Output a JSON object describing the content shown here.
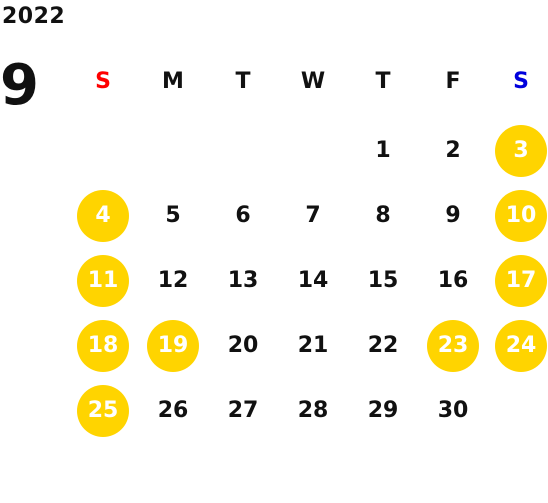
{
  "calendar": {
    "year": "2022",
    "month": "9",
    "highlight_color": "#FFD400",
    "weekdays": [
      {
        "label": "S",
        "color": "#FF0000"
      },
      {
        "label": "M",
        "color": "#111111"
      },
      {
        "label": "T",
        "color": "#111111"
      },
      {
        "label": "W",
        "color": "#111111"
      },
      {
        "label": "T",
        "color": "#111111"
      },
      {
        "label": "F",
        "color": "#111111"
      },
      {
        "label": "S",
        "color": "#0000DD"
      }
    ],
    "weeks": [
      [
        null,
        null,
        null,
        null,
        {
          "day": "1",
          "highlight": false
        },
        {
          "day": "2",
          "highlight": false
        },
        {
          "day": "3",
          "highlight": true
        }
      ],
      [
        {
          "day": "4",
          "highlight": true
        },
        {
          "day": "5",
          "highlight": false
        },
        {
          "day": "6",
          "highlight": false
        },
        {
          "day": "7",
          "highlight": false
        },
        {
          "day": "8",
          "highlight": false
        },
        {
          "day": "9",
          "highlight": false
        },
        {
          "day": "10",
          "highlight": true
        }
      ],
      [
        {
          "day": "11",
          "highlight": true
        },
        {
          "day": "12",
          "highlight": false
        },
        {
          "day": "13",
          "highlight": false
        },
        {
          "day": "14",
          "highlight": false
        },
        {
          "day": "15",
          "highlight": false
        },
        {
          "day": "16",
          "highlight": false
        },
        {
          "day": "17",
          "highlight": true
        }
      ],
      [
        {
          "day": "18",
          "highlight": true
        },
        {
          "day": "19",
          "highlight": true
        },
        {
          "day": "20",
          "highlight": false
        },
        {
          "day": "21",
          "highlight": false
        },
        {
          "day": "22",
          "highlight": false
        },
        {
          "day": "23",
          "highlight": true
        },
        {
          "day": "24",
          "highlight": true
        }
      ],
      [
        {
          "day": "25",
          "highlight": true
        },
        {
          "day": "26",
          "highlight": false
        },
        {
          "day": "27",
          "highlight": false
        },
        {
          "day": "28",
          "highlight": false
        },
        {
          "day": "29",
          "highlight": false
        },
        {
          "day": "30",
          "highlight": false
        },
        null
      ]
    ]
  }
}
